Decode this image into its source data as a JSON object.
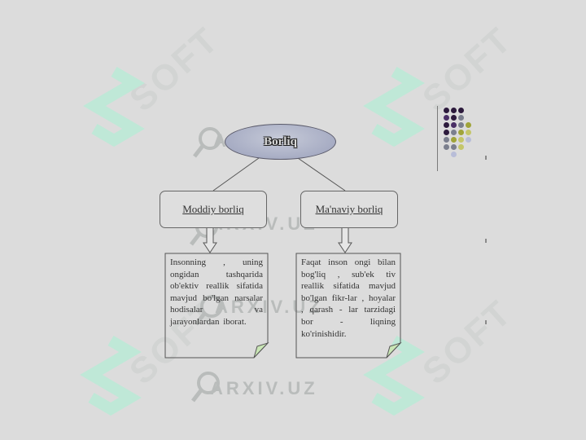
{
  "diagram": {
    "root": {
      "label": "Borliq"
    },
    "branches": [
      {
        "label": "Moddiy borliq",
        "note": "Insonning , uning ongidan tashqarida ob'ektiv reallik sifatida mavjud bo'lgan narsalar hodisalar va jarayonlardan iborat."
      },
      {
        "label": "Ma'naviy borliq",
        "note": "Faqat inson ongi bilan bog'liq , sub'ek tiv reallik sifatida mavjud bo'lgan fikr-lar , hoyalar , qarash - lar tarzidagi bor - liqning ko'rinishidir."
      }
    ]
  },
  "watermark": {
    "brand_text": "ARXIV.UZ",
    "soft_text": "SOFT",
    "icon": "magnifier-icon"
  },
  "decoration": {
    "dot_colors": [
      "#2c1a3c",
      "#4a2f66",
      "#7b7f8e",
      "#a0a43a",
      "#c4c66a",
      "#b8bdd8"
    ]
  }
}
